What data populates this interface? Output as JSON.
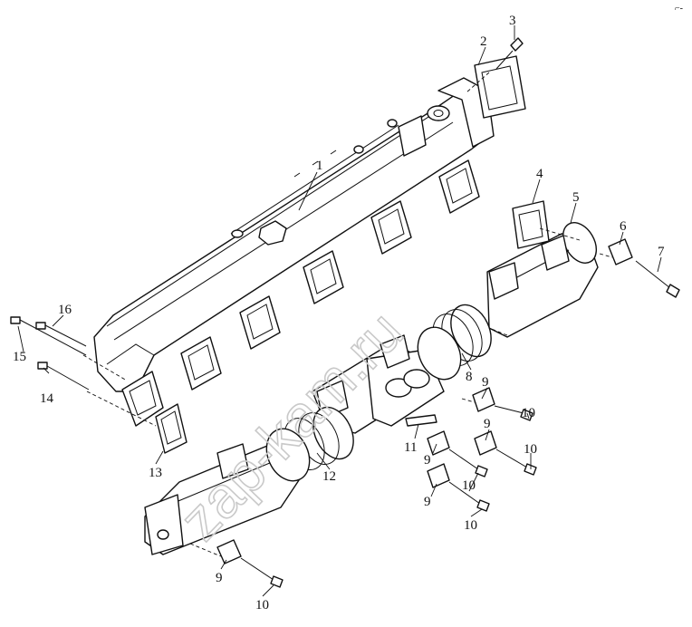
{
  "watermark": "zap-kam.ru",
  "corner_mark": "⌐-",
  "callouts": [
    "1",
    "2",
    "3",
    "4",
    "5",
    "6",
    "7",
    "8",
    "9",
    "10",
    "11",
    "12",
    "13",
    "14",
    "15",
    "16"
  ],
  "callout_9": "9",
  "callout_10": "10"
}
